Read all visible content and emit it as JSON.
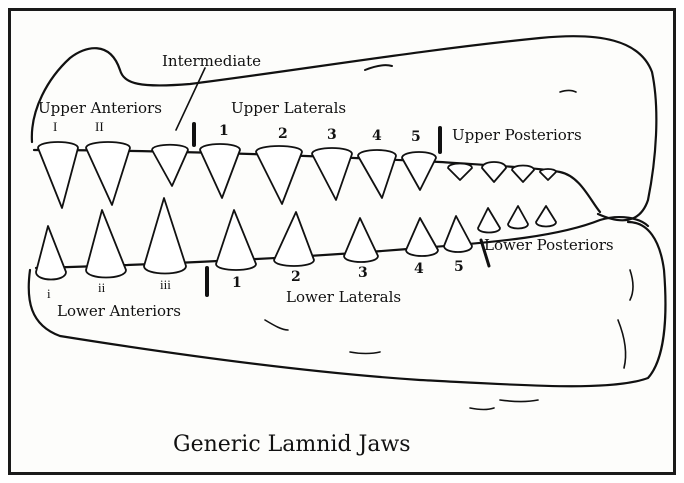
{
  "caption": "Generic Lamnid Jaws",
  "region_labels": {
    "intermediate": "Intermediate",
    "upper_anteriors": "Upper Anteriors",
    "upper_laterals": "Upper Laterals",
    "upper_posteriors": "Upper Posteriors",
    "lower_anteriors": "Lower Anteriors",
    "lower_laterals": "Lower Laterals",
    "lower_posteriors": "Lower Posteriors"
  },
  "tooth_numbers": {
    "upper_anteriors": [
      "I",
      "II"
    ],
    "upper_laterals": [
      "1",
      "2",
      "3",
      "4",
      "5"
    ],
    "lower_anteriors": [
      "i",
      "ii",
      "iii"
    ],
    "lower_laterals": [
      "1",
      "2",
      "3",
      "4",
      "5"
    ]
  }
}
